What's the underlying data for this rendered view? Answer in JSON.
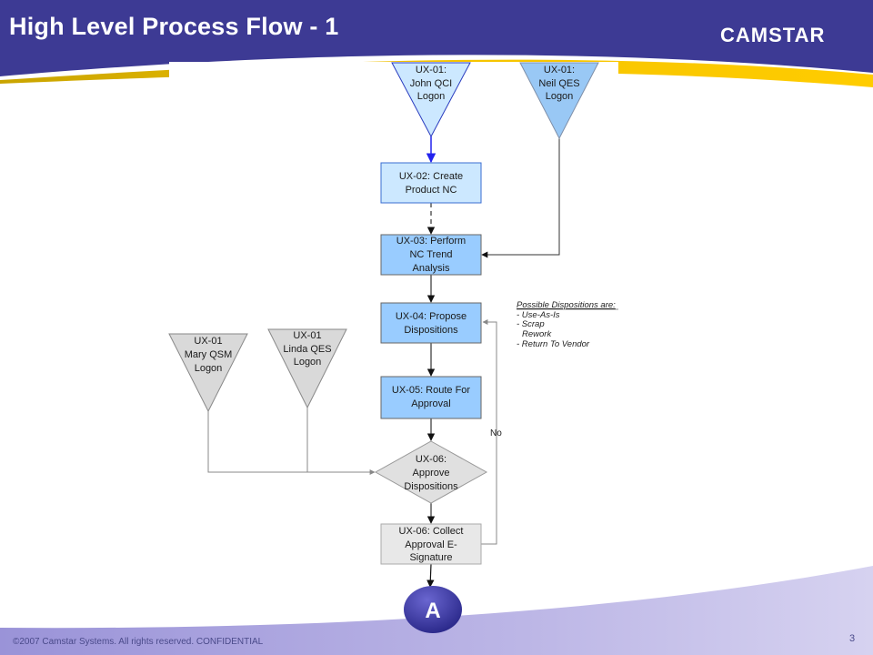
{
  "slide": {
    "title": "High Level Process Flow - 1",
    "logo": "CAMSTAR",
    "footer": "©2007 Camstar Systems. All rights reserved.  CONFIDENTIAL",
    "page_number": "3",
    "colors": {
      "header": "#3d3a94",
      "accent": "#f5c400",
      "footer_band": "#a6a0dc",
      "step_blue": "#99ccff",
      "start_lightblue": "#cce8ff",
      "start_blue": "#99c8f5",
      "gray_shape": "#d9d9d9",
      "connector": "#3b3aa0"
    }
  },
  "diagram": {
    "nodes": [
      {
        "id": "john",
        "type": "start-triangle",
        "lines": [
          "UX-01:",
          "John QCI",
          "Logon"
        ]
      },
      {
        "id": "neil",
        "type": "start-triangle",
        "lines": [
          "UX-01:",
          "Neil QES",
          "Logon"
        ]
      },
      {
        "id": "ux02",
        "type": "process",
        "lines": [
          "UX-02: Create",
          "Product NC"
        ]
      },
      {
        "id": "ux03",
        "type": "process",
        "lines": [
          "UX-03: Perform",
          "NC Trend",
          "Analysis"
        ]
      },
      {
        "id": "ux04",
        "type": "process",
        "lines": [
          "UX-04: Propose",
          "Dispositions"
        ]
      },
      {
        "id": "ux05",
        "type": "process",
        "lines": [
          "UX-05: Route For",
          "Approval"
        ]
      },
      {
        "id": "mary",
        "type": "start-triangle",
        "lines": [
          "UX-01",
          "Mary QSM",
          "Logon"
        ]
      },
      {
        "id": "linda",
        "type": "start-triangle",
        "lines": [
          "UX-01",
          "Linda QES",
          "Logon"
        ]
      },
      {
        "id": "ux06a",
        "type": "decision",
        "lines": [
          "UX-06:",
          "Approve",
          "Dispositions"
        ]
      },
      {
        "id": "ux06b",
        "type": "process",
        "lines": [
          "UX-06: Collect",
          "Approval E-",
          "Signature"
        ]
      },
      {
        "id": "conn_a",
        "type": "connector",
        "lines": [
          "A"
        ]
      }
    ],
    "edges": [
      {
        "from": "john",
        "to": "ux02"
      },
      {
        "from": "ux02",
        "to": "ux03",
        "style": "dashed"
      },
      {
        "from": "neil",
        "to": "ux03"
      },
      {
        "from": "ux03",
        "to": "ux04"
      },
      {
        "from": "ux04",
        "to": "ux05"
      },
      {
        "from": "ux05",
        "to": "ux06a"
      },
      {
        "from": "mary",
        "to": "ux06a"
      },
      {
        "from": "linda",
        "to": "ux06a"
      },
      {
        "from": "ux06a",
        "to": "ux06b"
      },
      {
        "from": "ux06b",
        "to": "ux04",
        "label": "No"
      },
      {
        "from": "ux06b",
        "to": "conn_a"
      }
    ],
    "edge_label_no": "No",
    "note": {
      "heading": "Possible Dispositions are:",
      "items": [
        "- Use-As-Is",
        "- Scrap",
        "  Rework",
        "- Return To Vendor"
      ]
    }
  }
}
